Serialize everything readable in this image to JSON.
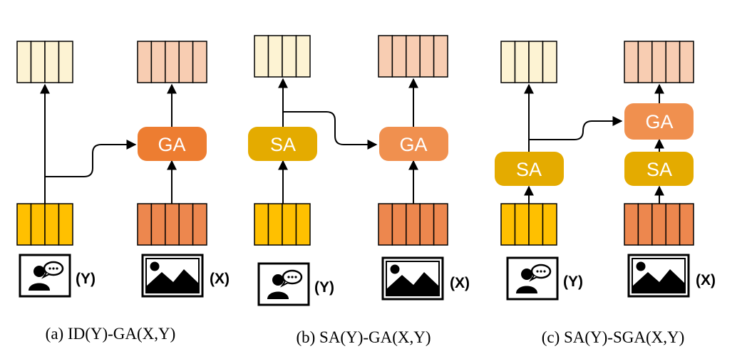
{
  "colors": {
    "token_out_light": "#FDF3D3",
    "token_out_orange": "#F8CDB2",
    "token_in_yellow": "#FFC000",
    "token_in_orange": "#ED874E",
    "ga_dark": "#ED7D31",
    "ga_light": "#F0904F",
    "sa": "#E4AB00",
    "line": "#000000"
  },
  "blocks": {
    "ga": "GA",
    "sa": "SA"
  },
  "modalities": {
    "y": "(Y)",
    "x": "(X)"
  },
  "icons": {
    "speaker": "person-speech-icon",
    "image": "image-icon"
  },
  "captions": {
    "a": "(a) ID(Y)-GA(X,Y)",
    "b": "(b) SA(Y)-GA(X,Y)",
    "c": "(c) SA(Y)-SGA(X,Y)"
  }
}
